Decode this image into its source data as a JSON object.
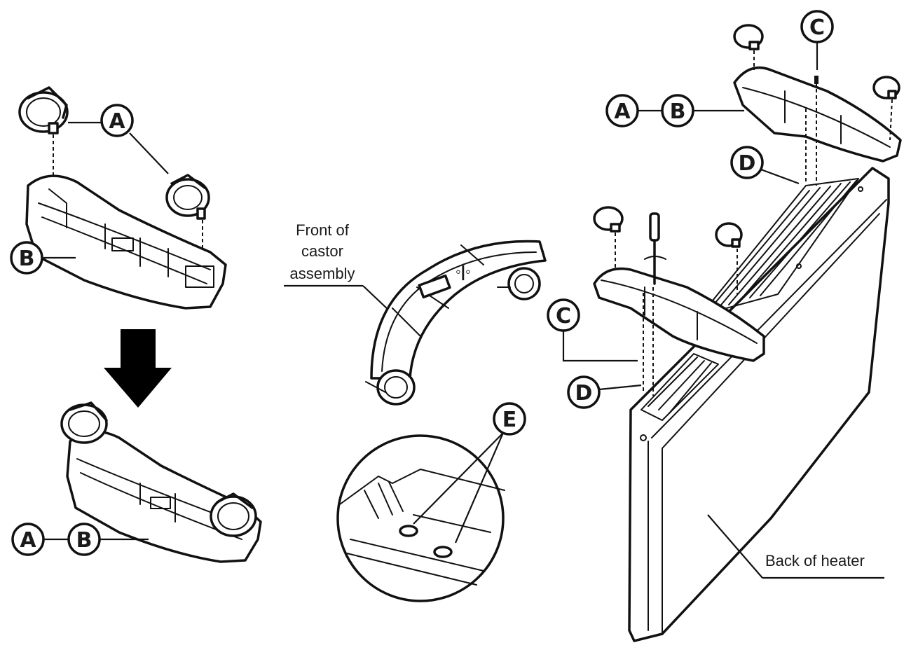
{
  "badges": {
    "a": "A",
    "b": "B",
    "c": "C",
    "d": "D",
    "e": "E"
  },
  "captions": {
    "front_line1": "Front of",
    "front_line2": "castor",
    "front_line3": "assembly",
    "back": "Back of heater"
  },
  "colors": {
    "ink": "#111111",
    "paper": "#ffffff",
    "arrow": "#000000"
  }
}
